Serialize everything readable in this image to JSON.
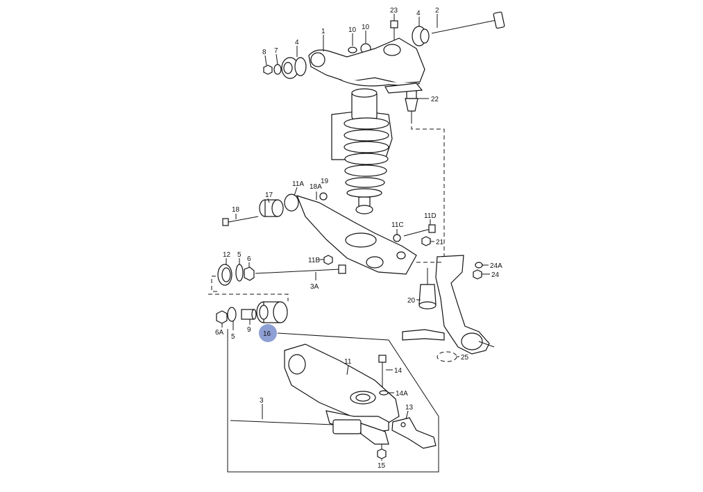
{
  "labels": {
    "l23": "23",
    "l4a": "4",
    "l2": "2",
    "l10a": "10",
    "l10b": "10",
    "l1": "1",
    "l8": "8",
    "l7": "7",
    "l4b": "4",
    "l22": "22",
    "l11A": "11A",
    "l18A": "18A",
    "l19": "19",
    "l17": "17",
    "l18": "18",
    "l11C": "11C",
    "l11D": "11D",
    "l21": "21",
    "l12": "12",
    "l5a": "5",
    "l6": "6",
    "l11B": "11B",
    "l3A": "3A",
    "l24A": "24A",
    "l24": "24",
    "l20": "20",
    "l6A": "6A",
    "l5b": "5",
    "l9": "9",
    "l16": "16",
    "l25": "25",
    "l11": "11",
    "l14": "14",
    "l14A": "14A",
    "l3": "3",
    "l13": "13",
    "l15": "15"
  },
  "highlight_color": "#8e9fd4"
}
